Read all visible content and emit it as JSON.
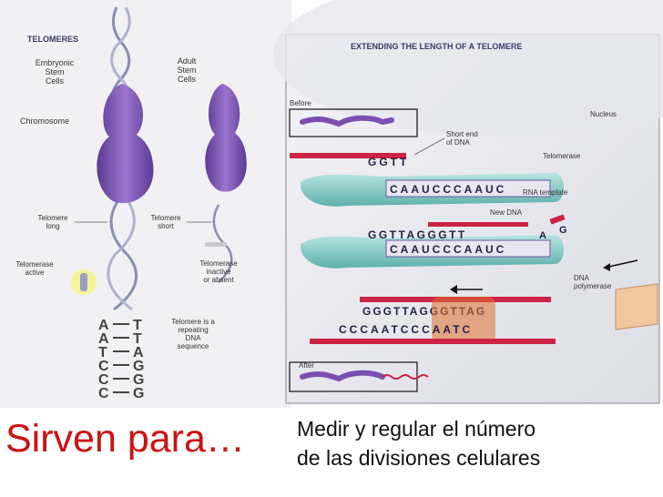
{
  "left_panel": {
    "title": "TELOMERES",
    "embryonic_label": [
      "Embryonic",
      "Stem",
      "Cells"
    ],
    "adult_label": [
      "Adult",
      "Stem",
      "Cells"
    ],
    "chromosome_label": "Chromosome",
    "telomere_long_label": [
      "Telomere",
      "long"
    ],
    "telomere_short_label": [
      "Telomere",
      "short"
    ],
    "telomerase_active_label": [
      "Telomerase",
      "active"
    ],
    "telomerase_inactive_label": [
      "Telomerase",
      "inactive",
      "or absent"
    ],
    "telomere_repeat_label": [
      "Telomere is a",
      "repeating",
      "DNA",
      "sequence"
    ],
    "dna_pairs": [
      [
        "A",
        "T"
      ],
      [
        "A",
        "T"
      ],
      [
        "T",
        "A"
      ],
      [
        "C",
        "G"
      ],
      [
        "C",
        "G"
      ],
      [
        "C",
        "G"
      ]
    ]
  },
  "right_panel": {
    "title": "EXTENDING THE LENGTH OF A TELOMERE",
    "before_label": "Before",
    "after_label": "After",
    "nucleus_label": "Nucleus",
    "short_end_label": [
      "Short end",
      "of DNA"
    ],
    "telomerase_label": "Telomerase",
    "rna_template_label": "RNA template",
    "new_dna_label": "New DNA",
    "dna_polymerase_label": [
      "DNA",
      "polymerase"
    ],
    "step1_top": "GGTT",
    "step1_bottom": "CAAUCCCAAUC",
    "step2_top": "GGTTAGGGTT",
    "step2_loose": [
      "A",
      "G"
    ],
    "step2_bottom": "CAAUCCCAAUC",
    "step3_top": "GGGTTAGGGTTAG",
    "step3_bottom": "CCCAATCCCAATC"
  },
  "footer": {
    "left": "Sirven para…",
    "right_lines": [
      "Medir y regular el número",
      "de las divisiones celulares"
    ]
  },
  "colors": {
    "chromosome": "#7a4fb0",
    "helix": "#8a8fb0",
    "footer_accent": "#cc1111",
    "telomerase": "#7fc7c4",
    "new_dna": "#cc2244",
    "rna_template": "#6a5aa0",
    "polymerase": "#e07030"
  }
}
